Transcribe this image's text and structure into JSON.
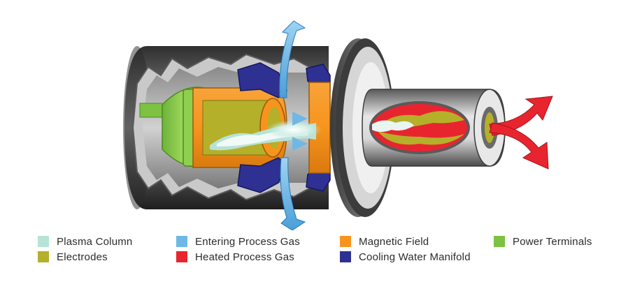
{
  "legend": {
    "items": [
      {
        "label": "Plasma Column",
        "color": "#b7e3d6"
      },
      {
        "label": "Electrodes",
        "color": "#b5b02a"
      },
      {
        "label": "Entering Process Gas",
        "color": "#6fb8e6"
      },
      {
        "label": "Heated Process Gas",
        "color": "#e8252f"
      },
      {
        "label": "Magnetic Field",
        "color": "#f7941d"
      },
      {
        "label": "Cooling Water Manifold",
        "color": "#2e3192"
      },
      {
        "label": "Power Terminals",
        "color": "#7dc242"
      }
    ]
  },
  "icons": [
    "plasma-torch-illustration"
  ]
}
